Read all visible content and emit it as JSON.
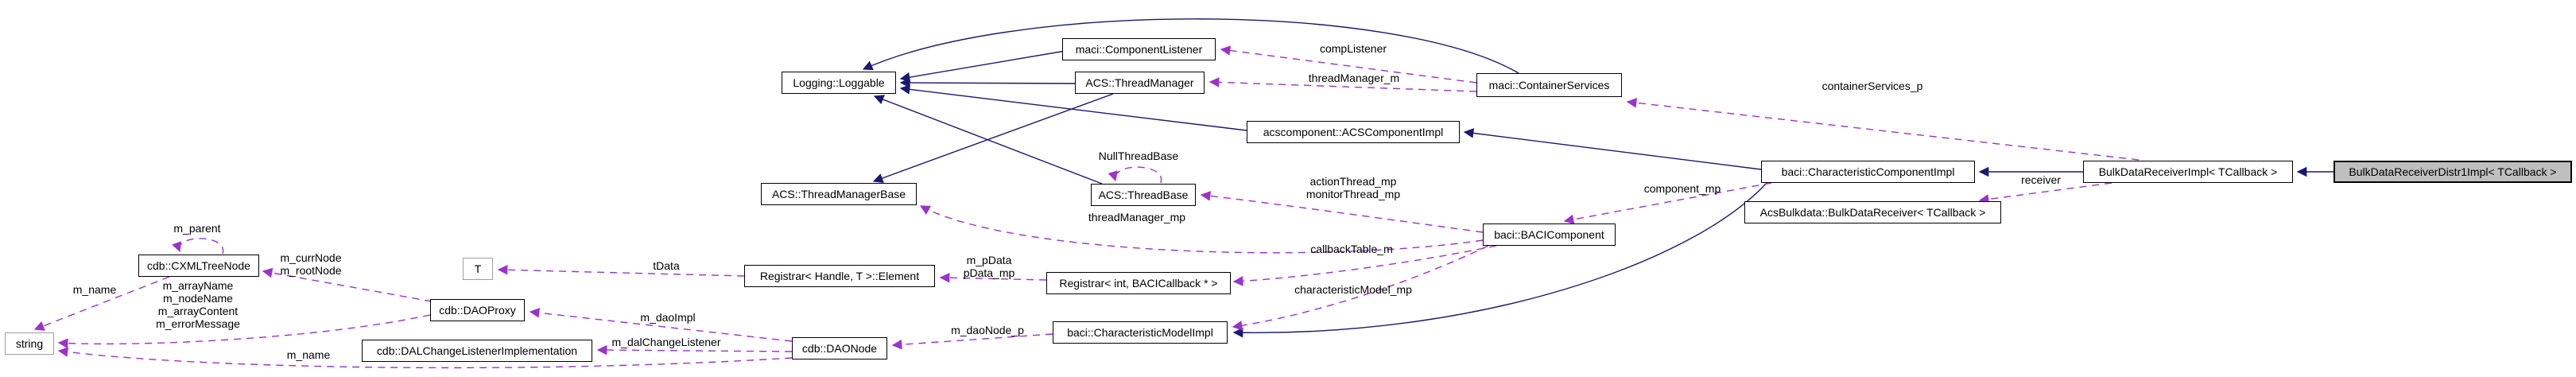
{
  "diagram": {
    "title": "BulkDataReceiverDistr1Impl< TCallback > collaboration diagram",
    "colors": {
      "inheritance_edge": "#191970",
      "usage_edge": "#9a32cd",
      "current_node_fill": "#bfbfbf",
      "node_border": "#000000",
      "external_node_border": "#9e9e9e",
      "background": "#ffffff",
      "text": "#000000"
    },
    "nodes": [
      {
        "id": "componentListener",
        "label": "maci::ComponentListener",
        "kind": "class"
      },
      {
        "id": "containerServices",
        "label": "maci::ContainerServices",
        "kind": "class"
      },
      {
        "id": "loggable",
        "label": "Logging::Loggable",
        "kind": "class"
      },
      {
        "id": "threadManager",
        "label": "ACS::ThreadManager",
        "kind": "class"
      },
      {
        "id": "acsComponentImpl",
        "label": "acscomponent::ACSComponentImpl",
        "kind": "class"
      },
      {
        "id": "charComponentImpl",
        "label": "baci::CharacteristicComponentImpl",
        "kind": "class"
      },
      {
        "id": "bulkDataReceiverImpl",
        "label": "BulkDataReceiverImpl< TCallback >",
        "kind": "class"
      },
      {
        "id": "distr1Impl",
        "label": "BulkDataReceiverDistr1Impl< TCallback >",
        "kind": "current"
      },
      {
        "id": "acsBulkdataReceiver",
        "label": "AcsBulkdata::BulkDataReceiver< TCallback >",
        "kind": "class"
      },
      {
        "id": "threadManagerBase",
        "label": "ACS::ThreadManagerBase",
        "kind": "class"
      },
      {
        "id": "threadBase",
        "label": "ACS::ThreadBase",
        "kind": "class"
      },
      {
        "id": "baciComponent",
        "label": "baci::BACIComponent",
        "kind": "class"
      },
      {
        "id": "cxmlTreeNode",
        "label": "cdb::CXMLTreeNode",
        "kind": "class"
      },
      {
        "id": "tParam",
        "label": "T",
        "kind": "external"
      },
      {
        "id": "registrarElement",
        "label": "Registrar< Handle, T >::Element",
        "kind": "class"
      },
      {
        "id": "registrarInt",
        "label": "Registrar< int, BACICallback * >",
        "kind": "class"
      },
      {
        "id": "daoProxy",
        "label": "cdb::DAOProxy",
        "kind": "class"
      },
      {
        "id": "stringNode",
        "label": "string",
        "kind": "external"
      },
      {
        "id": "dalChangeListenerImpl",
        "label": "cdb::DALChangeListenerImplementation",
        "kind": "class"
      },
      {
        "id": "daoNode",
        "label": "cdb::DAONode",
        "kind": "class"
      },
      {
        "id": "charModelImpl",
        "label": "baci::CharacteristicModelImpl",
        "kind": "class"
      }
    ],
    "edges": [
      {
        "from": "componentListener",
        "to": "loggable",
        "type": "inheritance",
        "labels": []
      },
      {
        "from": "containerServices",
        "to": "loggable",
        "type": "inheritance",
        "labels": []
      },
      {
        "from": "threadManager",
        "to": "loggable",
        "type": "inheritance",
        "labels": []
      },
      {
        "from": "acsComponentImpl",
        "to": "loggable",
        "type": "inheritance",
        "labels": []
      },
      {
        "from": "threadBase",
        "to": "loggable",
        "type": "inheritance",
        "labels": []
      },
      {
        "from": "threadManager",
        "to": "threadManagerBase",
        "type": "inheritance",
        "labels": []
      },
      {
        "from": "charComponentImpl",
        "to": "acsComponentImpl",
        "type": "inheritance",
        "labels": []
      },
      {
        "from": "bulkDataReceiverImpl",
        "to": "charComponentImpl",
        "type": "inheritance",
        "labels": []
      },
      {
        "from": "distr1Impl",
        "to": "bulkDataReceiverImpl",
        "type": "inheritance",
        "labels": []
      },
      {
        "from": "charComponentImpl",
        "to": "charModelImpl",
        "type": "inheritance",
        "labels": []
      },
      {
        "from": "containerServices",
        "to": "componentListener",
        "type": "usage",
        "labels": [
          "compListener"
        ]
      },
      {
        "from": "containerServices",
        "to": "threadManager",
        "type": "usage",
        "labels": [
          "threadManager_m"
        ]
      },
      {
        "from": "bulkDataReceiverImpl",
        "to": "containerServices",
        "type": "usage",
        "labels": [
          "containerServices_p"
        ]
      },
      {
        "from": "baciComponent",
        "to": "threadBase",
        "type": "usage",
        "labels": [
          "actionThread_mp",
          "monitorThread_mp"
        ]
      },
      {
        "from": "baciComponent",
        "to": "threadManagerBase",
        "type": "usage",
        "labels": [
          "threadManager_mp"
        ]
      },
      {
        "from": "charComponentImpl",
        "to": "baciComponent",
        "type": "usage",
        "labels": [
          "component_mp"
        ]
      },
      {
        "from": "bulkDataReceiverImpl",
        "to": "acsBulkdataReceiver",
        "type": "usage",
        "labels": [
          "receiver"
        ]
      },
      {
        "from": "threadBase",
        "to": "threadBase",
        "type": "usage",
        "labels": [
          "NullThreadBase"
        ]
      },
      {
        "from": "cxmlTreeNode",
        "to": "cxmlTreeNode",
        "type": "usage",
        "labels": [
          "m_parent"
        ]
      },
      {
        "from": "daoProxy",
        "to": "cxmlTreeNode",
        "type": "usage",
        "labels": [
          "m_currNode",
          "m_rootNode"
        ]
      },
      {
        "from": "cxmlTreeNode",
        "to": "stringNode",
        "type": "usage",
        "labels": [
          "m_name"
        ]
      },
      {
        "from": "daoProxy",
        "to": "stringNode",
        "type": "usage",
        "labels": [
          "m_arrayName",
          "m_nodeName",
          "m_arrayContent",
          "m_errorMessage"
        ]
      },
      {
        "from": "daoNode",
        "to": "daoProxy",
        "type": "usage",
        "labels": [
          "m_daoImpl"
        ]
      },
      {
        "from": "daoNode",
        "to": "dalChangeListenerImpl",
        "type": "usage",
        "labels": [
          "m_dalChangeListener"
        ]
      },
      {
        "from": "daoNode",
        "to": "stringNode",
        "type": "usage",
        "labels": [
          "m_name"
        ]
      },
      {
        "from": "charModelImpl",
        "to": "daoNode",
        "type": "usage",
        "labels": [
          "m_daoNode_p"
        ]
      },
      {
        "from": "baciComponent",
        "to": "charModelImpl",
        "type": "usage",
        "labels": [
          "characteristicModel_mp"
        ]
      },
      {
        "from": "baciComponent",
        "to": "registrarInt",
        "type": "usage",
        "labels": [
          "callbackTable_m"
        ]
      },
      {
        "from": "registrarInt",
        "to": "registrarElement",
        "type": "usage",
        "labels": [
          "m_pData",
          "pData_mp"
        ]
      },
      {
        "from": "registrarElement",
        "to": "tParam",
        "type": "usage",
        "labels": [
          "tData"
        ]
      }
    ]
  }
}
